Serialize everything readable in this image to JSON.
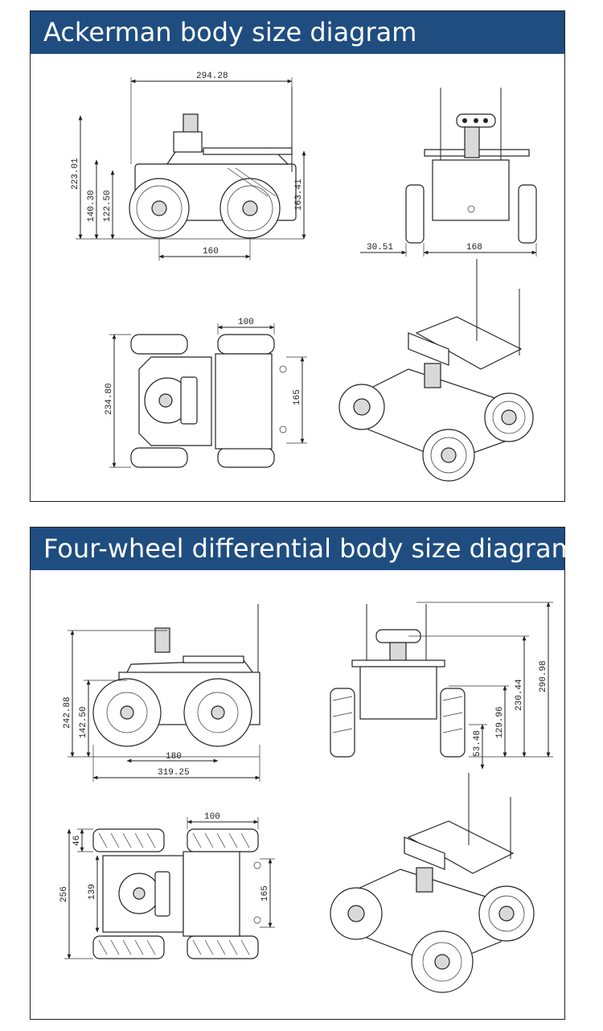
{
  "sections": [
    {
      "title": "Ackerman body size diagram",
      "dims": {
        "length": "294.28",
        "height": "223.01",
        "axle_height": "140.30",
        "deck_height": "122.50",
        "antenna_height": "163.41",
        "wheelbase": "160",
        "wheel_offset": "30.51",
        "track": "168",
        "wheel_width": "100",
        "width": "234.80",
        "mount_spacing": "165"
      }
    },
    {
      "title": "Four-wheel differential body size diagram",
      "dims": {
        "height": "242.88",
        "axle_height": "142.50",
        "wheelbase": "180",
        "length": "319.25",
        "total_height": "290.98",
        "lidar_height": "230.44",
        "deck_height": "129.96",
        "clearance": "53.48",
        "wheel_width": "100",
        "tire_width": "46",
        "width": "256",
        "body_width": "139",
        "mount_spacing": "165"
      }
    }
  ]
}
